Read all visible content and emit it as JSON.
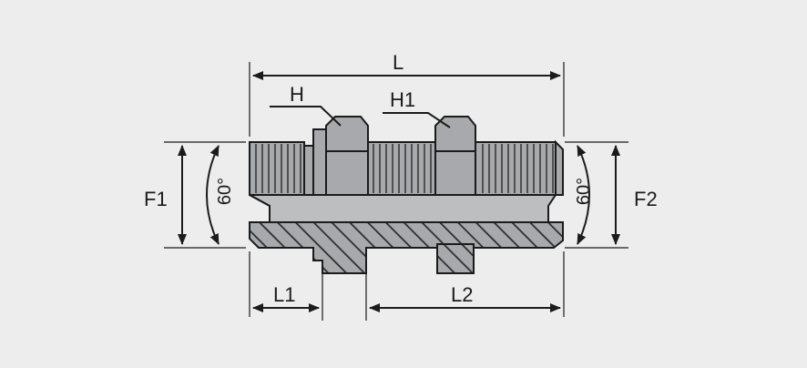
{
  "labels": {
    "L": "L",
    "H": "H",
    "H1": "H1",
    "F1": "F1",
    "F2": "F2",
    "L1": "L1",
    "L2": "L2",
    "angle_left": "60°",
    "angle_right": "60°"
  },
  "colors": {
    "background": "#ededed",
    "body_fill": "#a7a9ac",
    "bore_fill": "#bcbec0",
    "outline": "#1b1b1b"
  }
}
